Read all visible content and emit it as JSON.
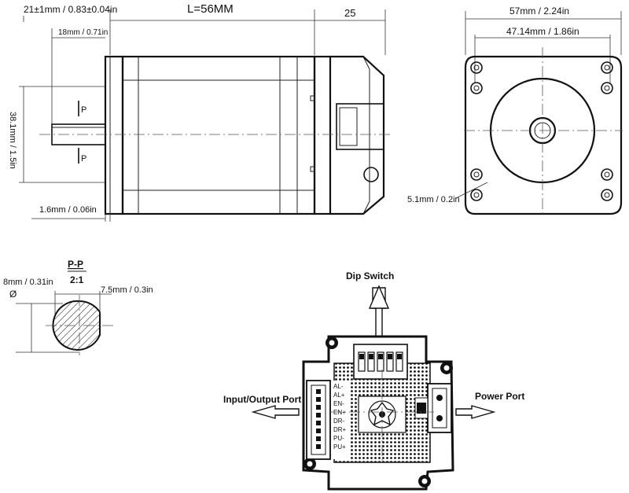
{
  "side_view": {
    "top_dim_left": "21±1mm / 0.83±0.04in",
    "length_label": "L=56MM",
    "right_dim": "25",
    "shaft_length": "18mm / 0.71in",
    "height_dim": "38.1mm / 1.5in",
    "flange_thickness": "1.6mm / 0.06in",
    "section_marker_top": "P",
    "section_marker_bottom": "P"
  },
  "front_view": {
    "width_dim": "57mm / 2.24in",
    "hole_spacing_dim": "47.14mm / 1.86in",
    "hole_dim": "5.1mm / 0.2in"
  },
  "section_view": {
    "section_title": "P-P",
    "scale": "2:1",
    "diameter_dim": "8mm / 0.31in",
    "diameter_symbol": "Ø",
    "flat_dim": "7.5mm / 0.3in"
  },
  "driver_view": {
    "dip_switch_label": "Dip Switch",
    "io_port_label": "Input/Output Port",
    "power_port_label": "Power Port",
    "pins": [
      "AL-",
      "AL+",
      "EN-",
      "EN+",
      "DR-",
      "DR+",
      "PU-",
      "PU+"
    ]
  }
}
